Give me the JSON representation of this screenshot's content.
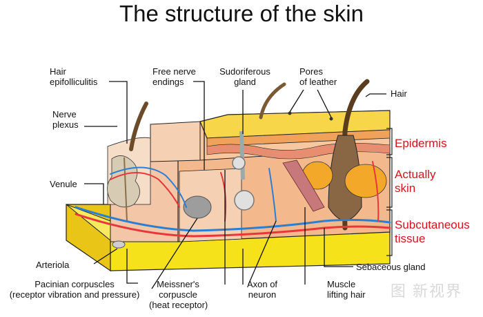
{
  "title": "The structure of the skin",
  "labels": {
    "hair_epifolliculitis": [
      "Hair",
      "epifolliculitis"
    ],
    "nerve_plexus": [
      "Nerve",
      "plexus"
    ],
    "venule": "Venule",
    "arteriola": "Arteriola",
    "pacinian": [
      "Pacinian corpuscles",
      "(receptor vibration and pressure)"
    ],
    "free_nerve": [
      "Free nerve",
      "endings"
    ],
    "sudoriferous": [
      "Sudoriferous",
      "gland"
    ],
    "pores": [
      "Pores",
      "of leather"
    ],
    "hair": "Hair",
    "meissner": [
      "Meissner's",
      "corpuscle",
      "(heat receptor)"
    ],
    "axon": [
      "Axon of",
      "neuron"
    ],
    "muscle": [
      "Muscle",
      "lifting hair"
    ],
    "sebaceous": "Sebaceous gland"
  },
  "layers": {
    "epidermis": "Epidermis",
    "actually_skin": [
      "Actually",
      "skin"
    ],
    "subcutaneous": [
      "Subcutaneous",
      "tissue"
    ]
  },
  "watermark": "图 新视界",
  "colors": {
    "epidermis_top": "#f7d64a",
    "dermis": "#f3b98c",
    "subcutaneous": "#f5e21a",
    "vein": "#2a7fd4",
    "artery": "#e8363a",
    "label_red": "#d4141c"
  }
}
